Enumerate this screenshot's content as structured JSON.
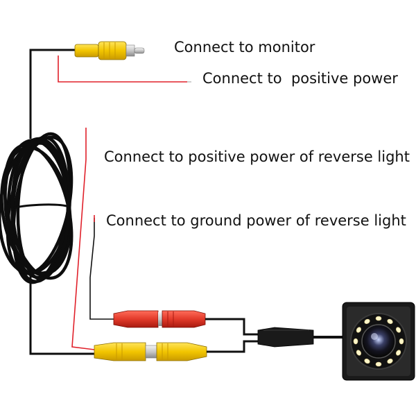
{
  "labels": {
    "monitor": "Connect to monitor",
    "positive_power": "Connect to  positive power",
    "reverse_positive": "Connect to positive power of reverse light",
    "reverse_ground": "Connect to ground power of reverse light"
  },
  "colors": {
    "cable": "#111111",
    "red_wire": "#e0202a",
    "rca_yellow": "#f2c500",
    "rca_red": "#e23a2a",
    "connector_metal": "#c8c8c8",
    "camera_body": "#1a1a1a",
    "led": "#fff6c8"
  },
  "components": [
    "rca-video-plug",
    "red-power-wires",
    "coiled-extension-cable",
    "red-power-connector",
    "yellow-video-connector",
    "backup-camera"
  ],
  "camera_leds": 12
}
